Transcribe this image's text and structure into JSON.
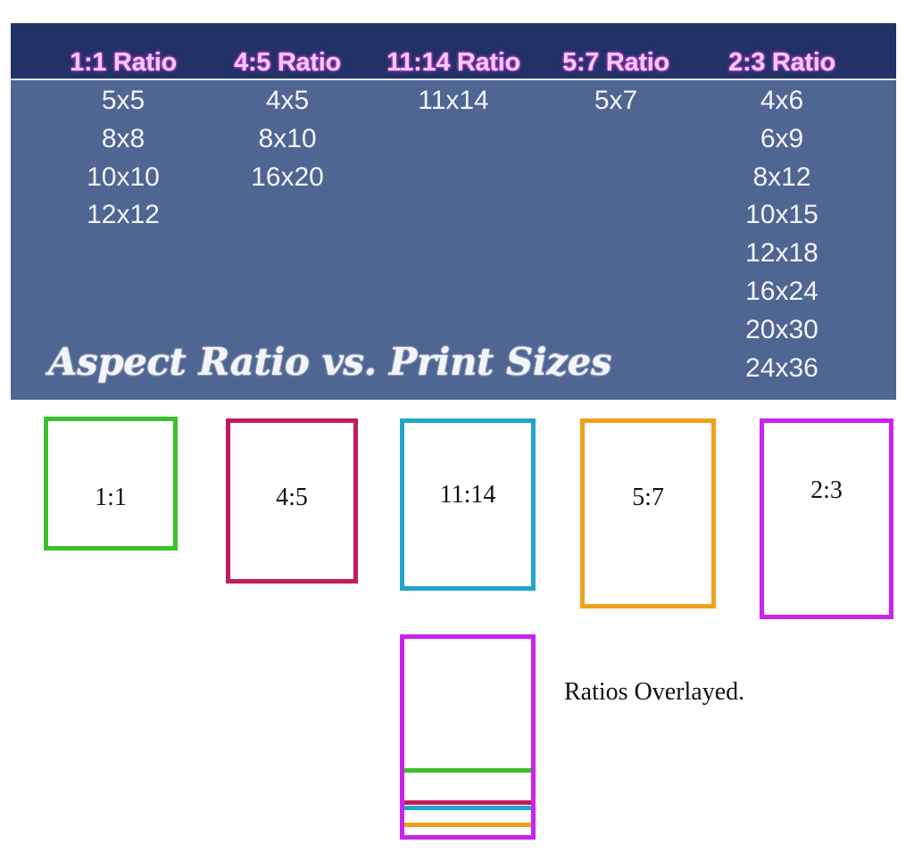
{
  "table": {
    "title": "Aspect Ratio vs. Print Sizes",
    "columns": [
      {
        "header": "1:1 Ratio",
        "sizes": [
          "5x5",
          "8x8",
          "10x10",
          "12x12"
        ]
      },
      {
        "header": "4:5 Ratio",
        "sizes": [
          "4x5",
          "8x10",
          "16x20"
        ]
      },
      {
        "header": "11:14 Ratio",
        "sizes": [
          "11x14"
        ]
      },
      {
        "header": "5:7 Ratio",
        "sizes": [
          "5x7"
        ]
      },
      {
        "header": "2:3 Ratio",
        "sizes": [
          "4x6",
          "6x9",
          "8x12",
          "10x15",
          "12x18",
          "16x24",
          "20x30",
          "24x36"
        ]
      }
    ]
  },
  "boxes": [
    {
      "label": "1:1",
      "color": "#3cc02c"
    },
    {
      "label": "4:5",
      "color": "#c01c5c"
    },
    {
      "label": "11:14",
      "color": "#1ea6cc"
    },
    {
      "label": "5:7",
      "color": "#f0a01a"
    },
    {
      "label": "2:3",
      "color": "#cc22ee"
    }
  ],
  "overlay": {
    "caption": "Ratios Overlayed.",
    "outline_color": "#cc22ee",
    "lines": [
      {
        "ratio": "1:1",
        "color": "#3cc02c"
      },
      {
        "ratio": "4:5",
        "color": "#c01c5c"
      },
      {
        "ratio": "11:14",
        "color": "#1ea6cc"
      },
      {
        "ratio": "5:7",
        "color": "#f0a01a"
      }
    ]
  }
}
